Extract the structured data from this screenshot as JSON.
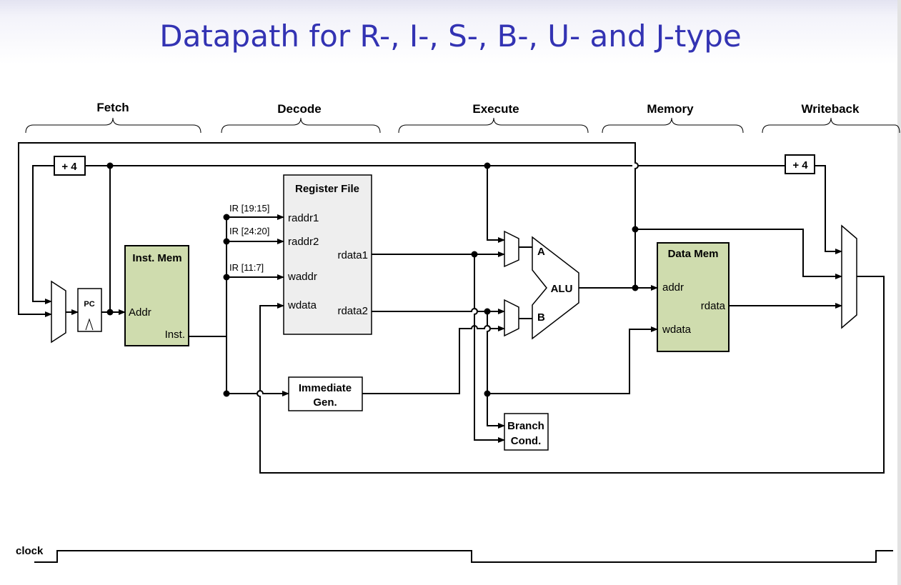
{
  "title": "Datapath for R-, I-, S-, B-, U- and J-type",
  "stages": [
    "Fetch",
    "Decode",
    "Execute",
    "Memory",
    "Writeback"
  ],
  "blocks": {
    "pc": "PC",
    "plus4_fetch": "+ 4",
    "plus4_wb": "+ 4",
    "inst_mem": {
      "title": "Inst. Mem",
      "addr": "Addr",
      "inst": "Inst."
    },
    "reg_file": {
      "title": "Register File",
      "raddr1": "raddr1",
      "raddr2": "raddr2",
      "waddr": "waddr",
      "wdata": "wdata",
      "rdata1": "rdata1",
      "rdata2": "rdata2"
    },
    "imm_gen": {
      "line1": "Immediate",
      "line2": "Gen."
    },
    "alu": {
      "label": "ALU",
      "a": "A",
      "b": "B"
    },
    "data_mem": {
      "title": "Data Mem",
      "addr": "addr",
      "rdata": "rdata",
      "wdata": "wdata"
    },
    "branch_cond": {
      "line1": "Branch",
      "line2": "Cond."
    }
  },
  "signals": {
    "ir_rs1": "IR [19:15]",
    "ir_rs2": "IR [24:20]",
    "ir_rd": "IR [11:7]"
  },
  "clock_label": "clock",
  "colors": {
    "title": "#3333b3",
    "memory_fill": "#cfdcae",
    "regfile_fill": "#eeeeee"
  }
}
